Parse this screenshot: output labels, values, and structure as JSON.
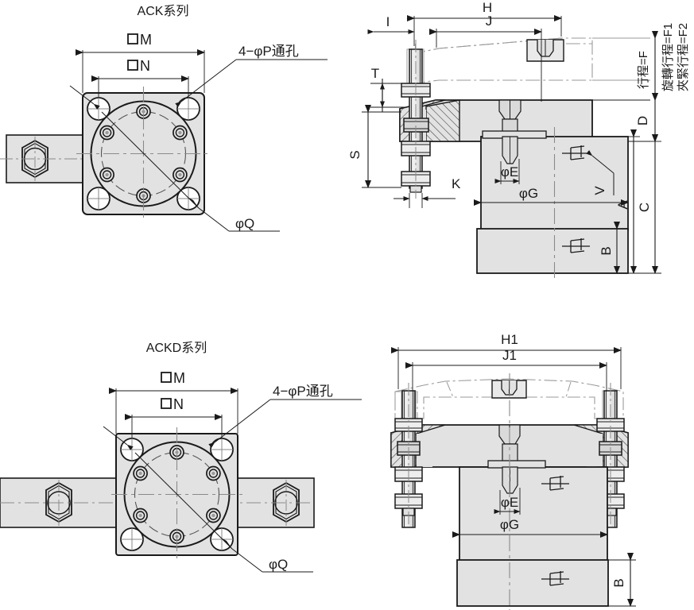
{
  "document": {
    "type": "engineering-dimension-drawing",
    "background_color": "#ffffff",
    "line_color": "#1a1a1a",
    "body_fill": "#e2e2e2",
    "hatch_color": "#4a4a4a",
    "center_line_color": "#8a8a8a"
  },
  "views": {
    "ack_top": {
      "title": "ACK系列",
      "labels": {
        "m": "□M",
        "n": "□N",
        "through_holes": "4−φP通孔",
        "q": "φQ"
      }
    },
    "ack_side": {
      "dimensions": {
        "h": "H",
        "i": "I",
        "j": "J",
        "t": "T",
        "s": "S",
        "k": "K",
        "e": "φE",
        "g": "φG",
        "a": "A",
        "b": "B",
        "c": "C",
        "d": "D",
        "v": "V"
      },
      "stroke_notes": {
        "f": "行程=F",
        "f1": "旋轉行程=F1",
        "f2": "夾緊行程=F2"
      }
    },
    "ackd_top": {
      "title": "ACKD系列",
      "labels": {
        "m": "□M",
        "n": "□N",
        "through_holes": "4−φP通孔",
        "q": "φQ"
      }
    },
    "ackd_side": {
      "dimensions": {
        "h1": "H1",
        "j1": "J1",
        "e": "φE",
        "g": "φG",
        "b": "B"
      }
    }
  }
}
